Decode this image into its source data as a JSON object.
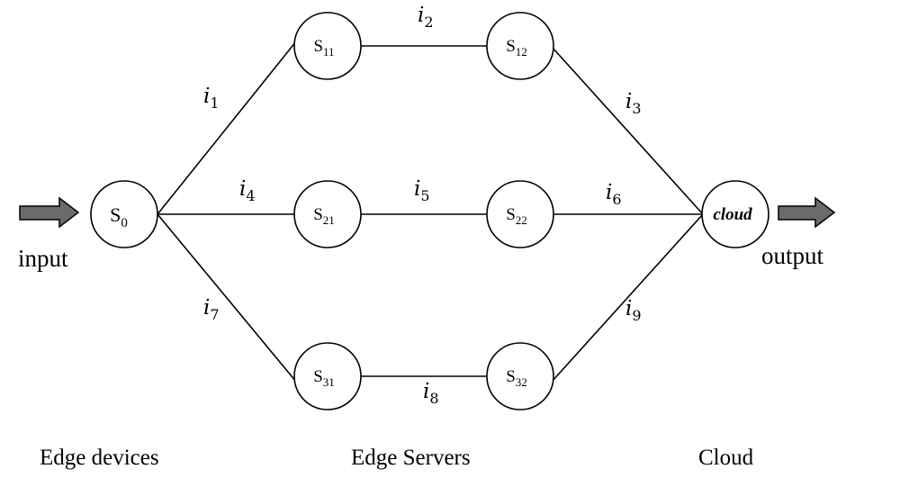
{
  "nodes": {
    "s0": {
      "base": "S",
      "sub": "0"
    },
    "s11": {
      "base": "S",
      "sub": "11"
    },
    "s12": {
      "base": "S",
      "sub": "12"
    },
    "s21": {
      "base": "S",
      "sub": "21"
    },
    "s22": {
      "base": "S",
      "sub": "22"
    },
    "s31": {
      "base": "S",
      "sub": "31"
    },
    "s32": {
      "base": "S",
      "sub": "32"
    },
    "cloud": {
      "label": "cloud"
    }
  },
  "edges": {
    "i1": {
      "base": "i",
      "sub": "1"
    },
    "i2": {
      "base": "i",
      "sub": "2"
    },
    "i3": {
      "base": "i",
      "sub": "3"
    },
    "i4": {
      "base": "i",
      "sub": "4"
    },
    "i5": {
      "base": "i",
      "sub": "5"
    },
    "i6": {
      "base": "i",
      "sub": "6"
    },
    "i7": {
      "base": "i",
      "sub": "7"
    },
    "i8": {
      "base": "i",
      "sub": "8"
    },
    "i9": {
      "base": "i",
      "sub": "9"
    }
  },
  "io": {
    "input": "input",
    "output": "output"
  },
  "tiers": {
    "edge_devices": "Edge devices",
    "edge_servers": "Edge Servers",
    "cloud": "Cloud"
  },
  "colors": {
    "arrow_fill": "#6b6b6b",
    "stroke": "#000000",
    "background": "#ffffff"
  }
}
